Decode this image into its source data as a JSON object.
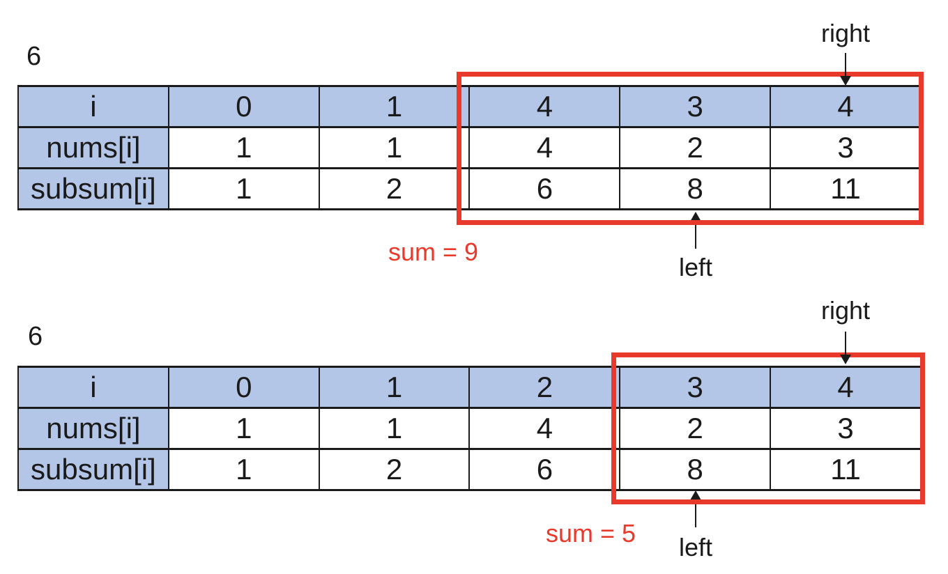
{
  "colors": {
    "header_fill": "#b4c6e7",
    "highlight_red": "#e8392b",
    "table_border": "#1a1a1a",
    "text": "#1a1a1a"
  },
  "figures": [
    {
      "capacity_label": "6",
      "right_pointer_label": "right",
      "left_pointer_label": "left",
      "sum_label": "sum = 9",
      "highlight_columns": {
        "from": 2,
        "to": 4
      },
      "table": {
        "rows": [
          {
            "header": "i",
            "values": [
              "0",
              "1",
              "4",
              "3",
              "4"
            ]
          },
          {
            "header": "nums[i]",
            "values": [
              "1",
              "1",
              "4",
              "2",
              "3"
            ]
          },
          {
            "header": "subsum[i]",
            "values": [
              "1",
              "2",
              "6",
              "8",
              "11"
            ]
          }
        ]
      }
    },
    {
      "capacity_label": "6",
      "right_pointer_label": "right",
      "left_pointer_label": "left",
      "sum_label": "sum = 5",
      "highlight_columns": {
        "from": 3,
        "to": 4
      },
      "table": {
        "rows": [
          {
            "header": "i",
            "values": [
              "0",
              "1",
              "2",
              "3",
              "4"
            ]
          },
          {
            "header": "nums[i]",
            "values": [
              "1",
              "1",
              "4",
              "2",
              "3"
            ]
          },
          {
            "header": "subsum[i]",
            "values": [
              "1",
              "2",
              "6",
              "8",
              "11"
            ]
          }
        ]
      }
    }
  ]
}
